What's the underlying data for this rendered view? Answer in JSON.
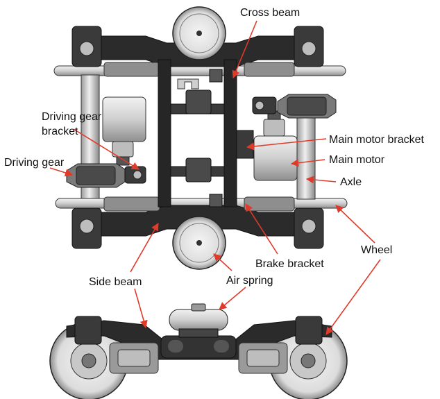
{
  "labels": {
    "cross_beam": "Cross beam",
    "driving_gear_bracket_line1": "Driving gear",
    "driving_gear_bracket_line2": "bracket",
    "driving_gear": "Driving gear",
    "main_motor_bracket": "Main motor bracket",
    "main_motor": "Main motor",
    "axle": "Axle",
    "wheel": "Wheel",
    "brake_bracket": "Brake bracket",
    "side_beam": "Side beam",
    "air_spring": "Air spring"
  },
  "colors": {
    "arrow": "#e03a2a",
    "frame": "#2b2b2b",
    "frame_light": "#4a4a4a",
    "metal_light": "#d9d9d9",
    "metal_mid": "#a9a9a9",
    "outline": "#333333"
  }
}
